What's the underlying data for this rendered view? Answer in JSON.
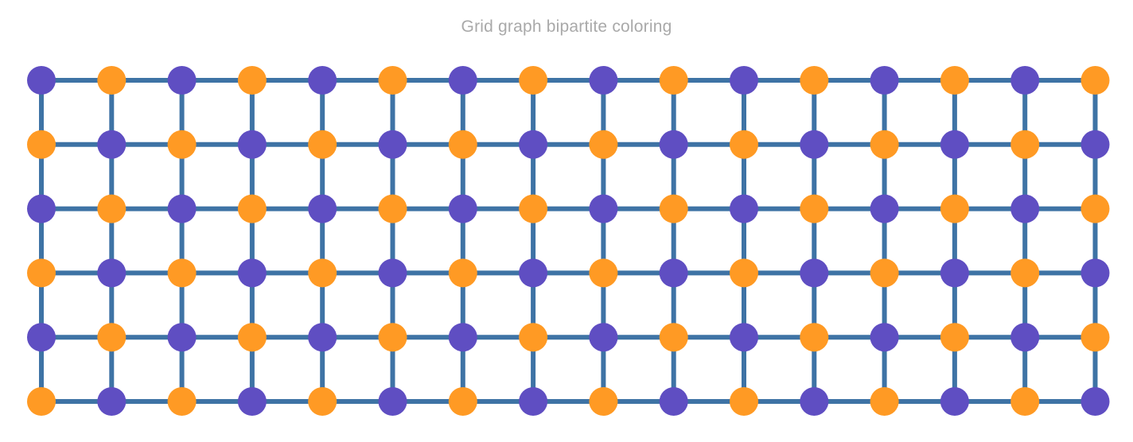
{
  "title": "Grid graph bipartite coloring",
  "graph": {
    "rows": 6,
    "cols": 16,
    "edge_color": "#3e73a5",
    "color_even": "#5f4ec2",
    "color_odd": "#ff9a24"
  }
}
